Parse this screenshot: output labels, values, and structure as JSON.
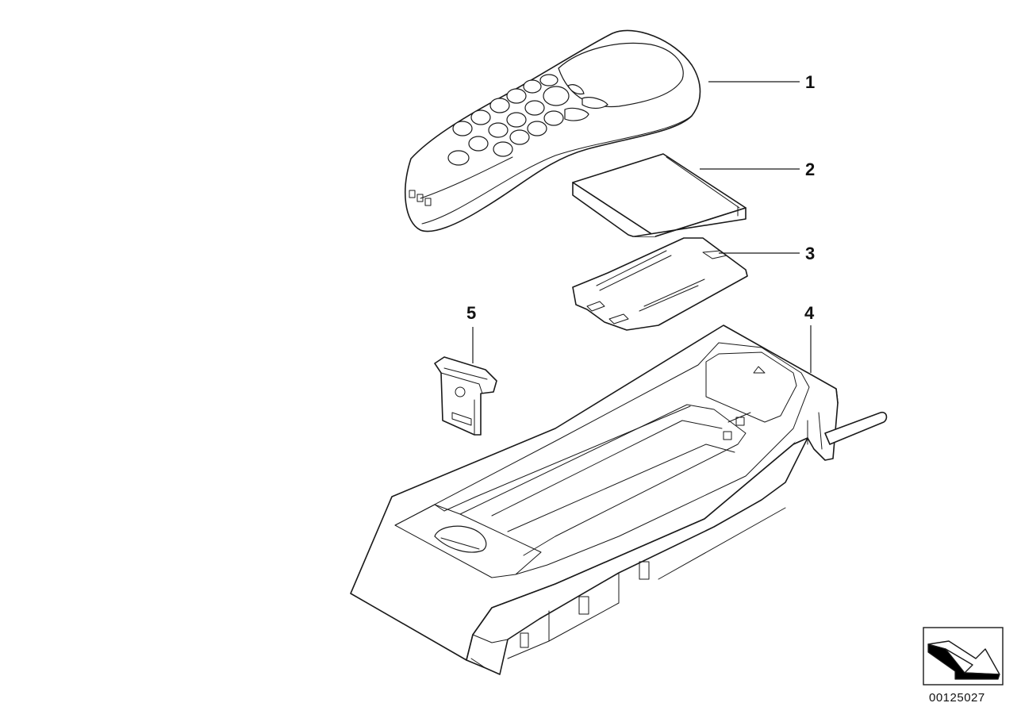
{
  "callouts": [
    {
      "id": "1",
      "label": "1"
    },
    {
      "id": "2",
      "label": "2"
    },
    {
      "id": "3",
      "label": "3"
    },
    {
      "id": "4",
      "label": "4"
    },
    {
      "id": "5",
      "label": "5"
    }
  ],
  "document_number": "00125027",
  "orientation_icon": "direction-arrow-icon",
  "colors": {
    "line": "#1a1a1a",
    "background": "#ffffff"
  }
}
